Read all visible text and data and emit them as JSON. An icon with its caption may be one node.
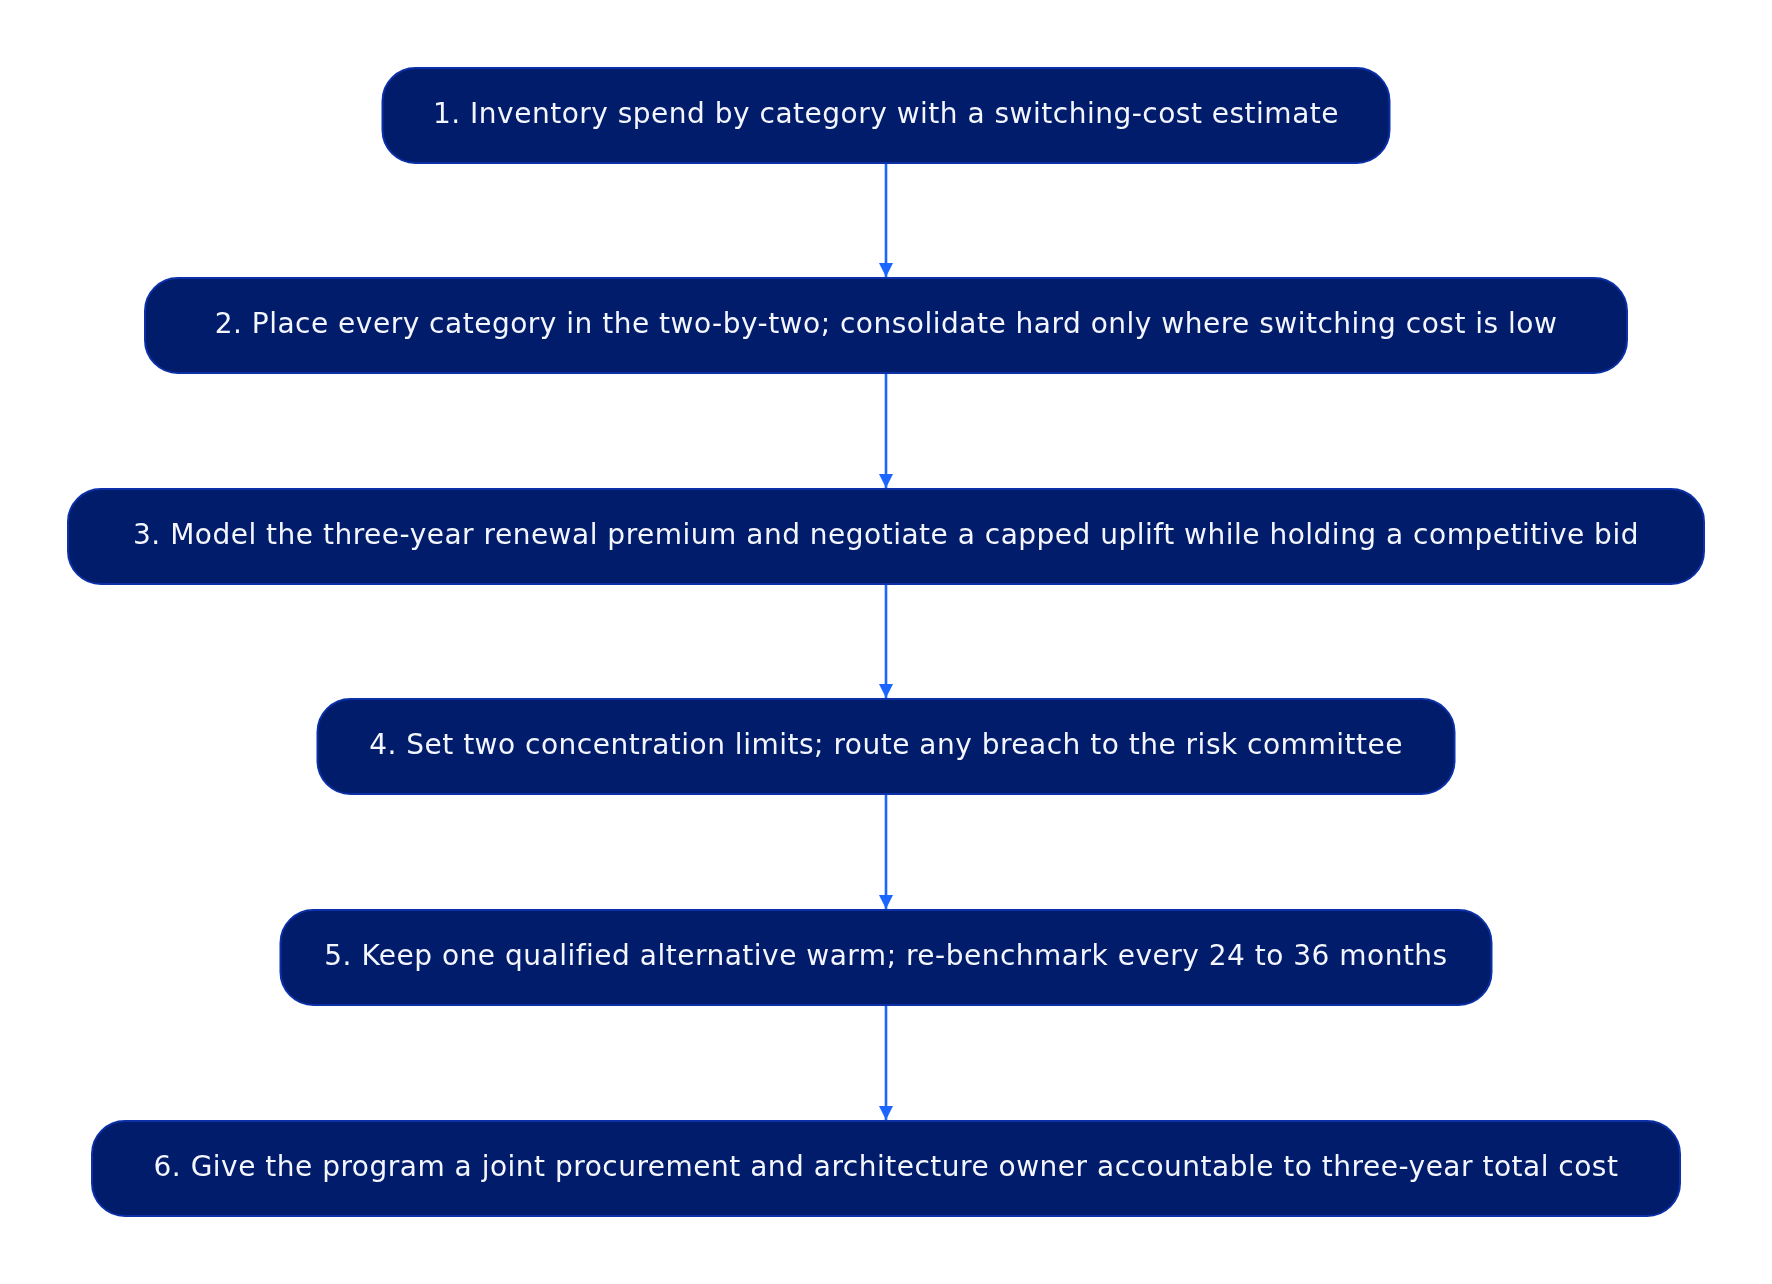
{
  "diagram": {
    "nodes": [
      {
        "text": [
          "1. Inventory spend by category with a switching-cost estimate"
        ]
      },
      {
        "text": [
          "2. Place every category in the two-by-two; consolidate hard only where switching cost is low"
        ]
      },
      {
        "text": [
          "3. Model the three-year renewal premium and negotiate a capped uplift while holding a competitive bid"
        ]
      },
      {
        "text": [
          "4. Set two concentration limits; route any breach to the risk committee"
        ]
      },
      {
        "text": [
          "5. Keep one qualified alternative warm; re-benchmark every 24 to 36 months"
        ]
      },
      {
        "text": [
          "6. Give the program a joint procurement and architecture owner accountable to three-year total cost"
        ]
      }
    ],
    "edges": [
      {
        "from": 0,
        "to": 1,
        "arrow": "to"
      },
      {
        "from": 1,
        "to": 2,
        "arrow": "to"
      },
      {
        "from": 2,
        "to": 3,
        "arrow": "to"
      },
      {
        "from": 3,
        "to": 4,
        "arrow": "to"
      },
      {
        "from": 4,
        "to": 5,
        "arrow": "to"
      }
    ]
  }
}
